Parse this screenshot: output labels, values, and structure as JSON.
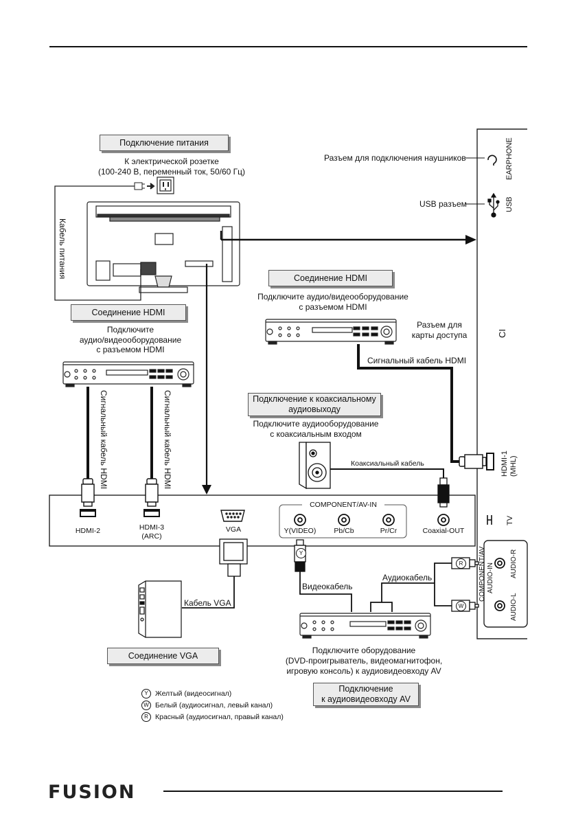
{
  "power": {
    "box": "Подключение питания",
    "outlet_line1": "К электрической розетке",
    "outlet_line2": "(100-240 В, переменный ток, 50/60 Гц)",
    "cable": "Кабель питания"
  },
  "hdmi_left": {
    "box": "Соединение HDMI",
    "desc_line1": "Подключите",
    "desc_line2": "аудио/видеооборудование",
    "desc_line3": "с разъемом HDMI",
    "cable1": "Сигнальный кабель HDMI",
    "cable2": "Сигнальный кабель HDMI"
  },
  "hdmi_right": {
    "box": "Соединение HDMI",
    "desc_line1": "Подключите аудио/видеооборудование",
    "desc_line2": "с разъемом HDMI",
    "cable": "Сигнальный кабель HDMI"
  },
  "coaxial": {
    "box_line1": "Подключение к коаксиальному",
    "box_line2": "аудиовыходу",
    "desc_line1": "Подключите аудиооборудование",
    "desc_line2": "с коаксиальным входом",
    "cable": "Коаксиальный кабель"
  },
  "side_panel": {
    "earphone_desc": "Разъем для подключения наушников",
    "earphone_label": "EARPHONE",
    "usb_desc": "USB разъем",
    "usb_label": "USB",
    "ci_desc_line1": "Разъем для",
    "ci_desc_line2": "карты доступа",
    "ci_label": "CI",
    "hdmi1_line1": "HDMI-1",
    "hdmi1_line2": "(MHL)",
    "tv_label": "TV"
  },
  "bottom_panel": {
    "hdmi2": "HDMI-2",
    "hdmi3_line1": "HDMI-3",
    "hdmi3_line2": "(ARC)",
    "vga": "VGA",
    "component_title": "COMPONENT/AV-IN",
    "y": "Y(VIDEO)",
    "pb": "Pb/Cb",
    "pr": "Pr/Cr",
    "coax_out": "Coaxial-OUT"
  },
  "vga": {
    "cable": "Кабель VGA",
    "box": "Соединение VGA"
  },
  "av": {
    "video_cable": "Видеокабель",
    "audio_cable": "Аудиокабель",
    "av_label_line1": "COMPONENT/AV",
    "av_label_line2": "AUDIO-IN",
    "audio_r": "AUDIO-R",
    "audio_l": "AUDIO-L",
    "desc_line1": "Подключите оборудование",
    "desc_line2": "(DVD-проигрыватель, видеомагнитофон,",
    "desc_line3": "игровую консоль) к аудиовидеовходу AV",
    "box_line1": "Подключение",
    "box_line2": "к аудиовидеовходу AV"
  },
  "legend": {
    "y_mark": "Y",
    "y_text": "Желтый (видеосигнал)",
    "w_mark": "W",
    "w_text": "Белый (аудиосигнал, левый канал)",
    "r_mark": "R",
    "r_text": "Красный (аудиосигнал, правый канал)"
  },
  "footer": {
    "logo": "FUSION"
  }
}
